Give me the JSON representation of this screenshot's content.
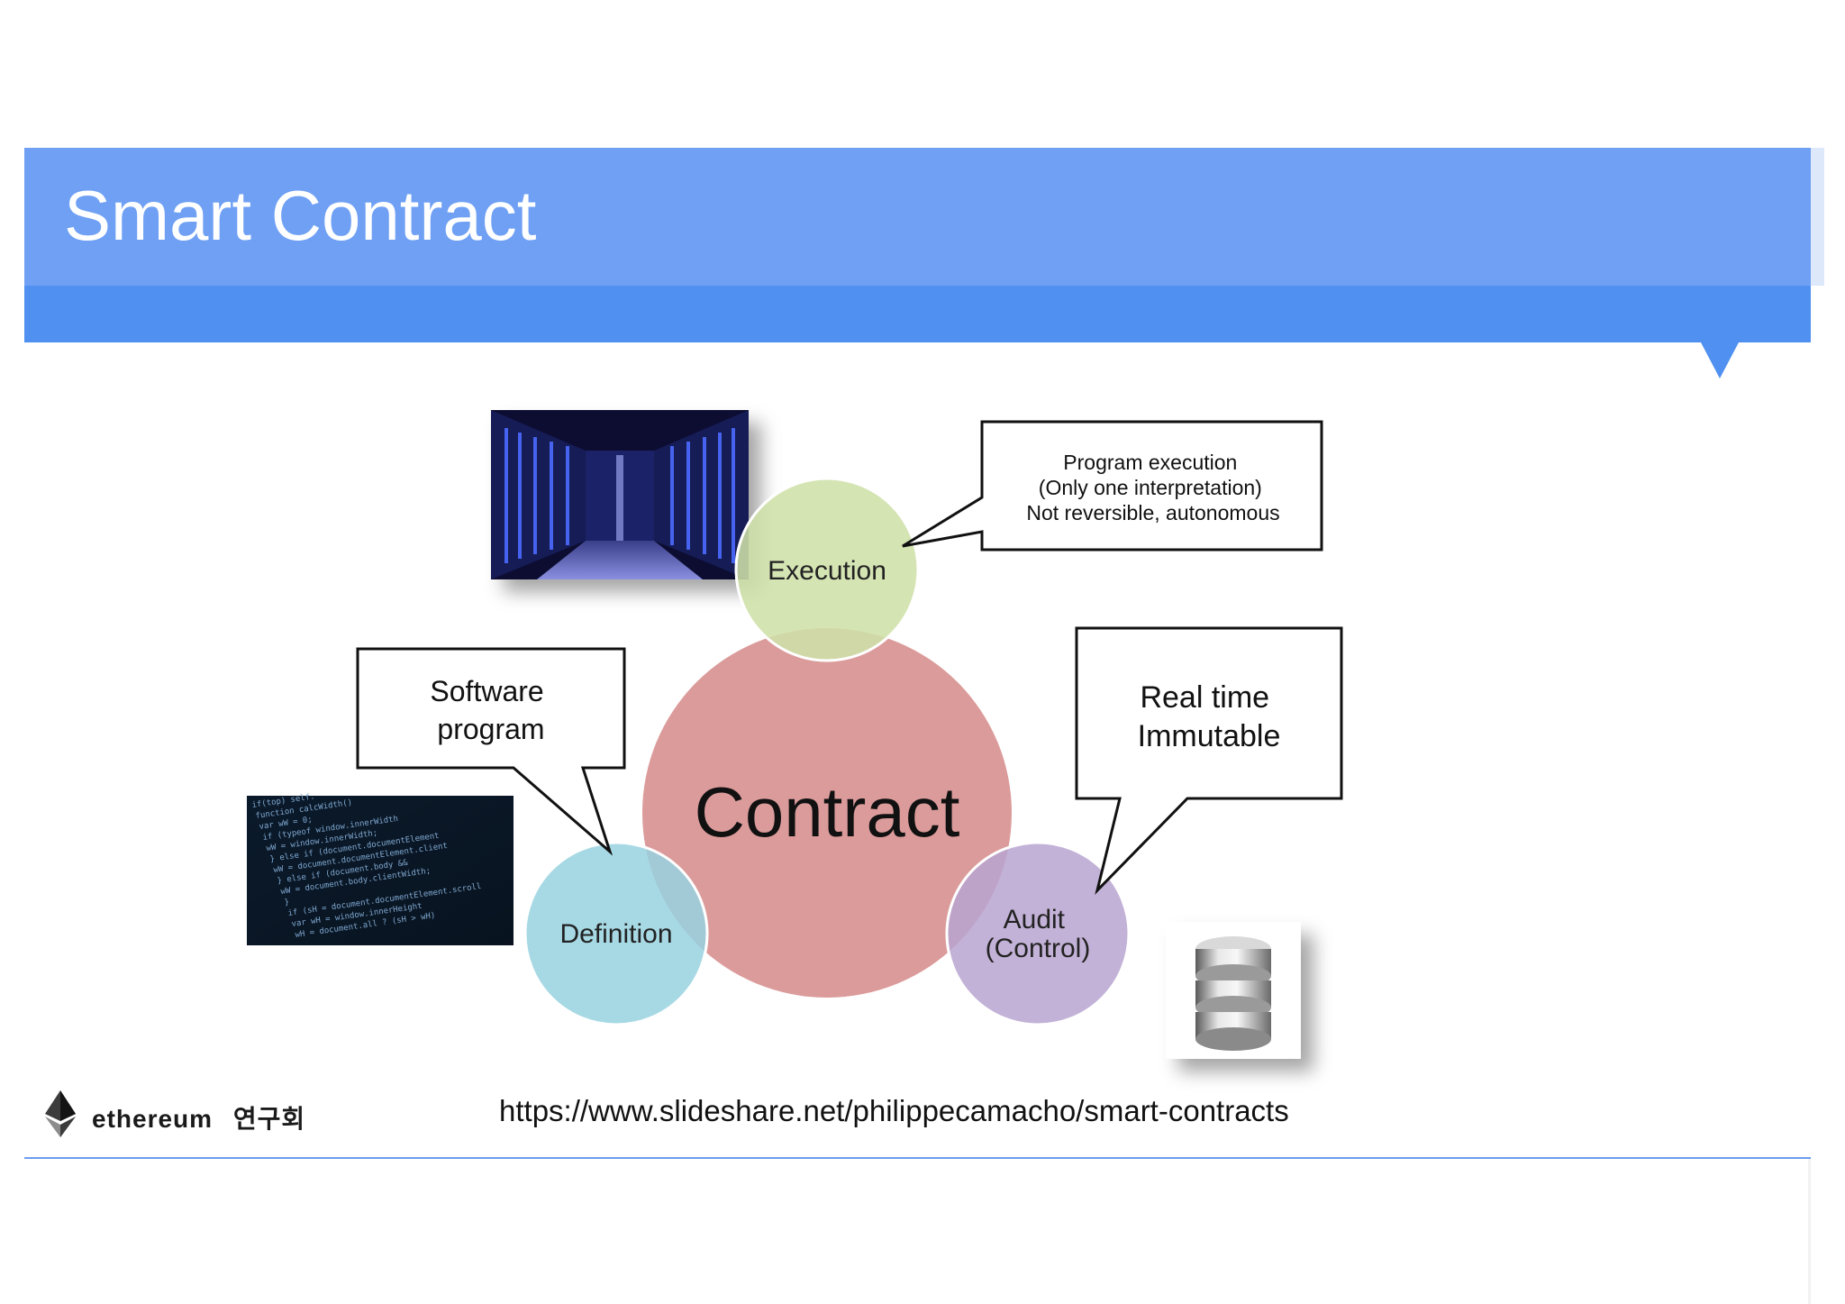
{
  "slide": {
    "title": "Smart Contract",
    "colors": {
      "header": "#6fa0f4",
      "header_strip": "#5090f0",
      "rule": "#6c9cf0"
    }
  },
  "diagram": {
    "center": {
      "label": "Contract",
      "color": "#dc9b9b"
    },
    "nodes": {
      "execution": {
        "label": "Execution",
        "color": "#cfe0a9"
      },
      "definition": {
        "label": "Definition",
        "color": "#98d2e0"
      },
      "audit": {
        "label_lines": [
          "Audit",
          "(Control)"
        ],
        "color": "#b9a5d0"
      }
    },
    "callouts": {
      "execution": {
        "lines": [
          "Program execution",
          "(Only one interpretation)",
          "Not reversible, autonomous"
        ]
      },
      "definition": {
        "lines": [
          "Software",
          "program"
        ]
      },
      "audit": {
        "lines": [
          "Real time",
          "Immutable"
        ]
      }
    },
    "images": {
      "datacenter": "server-corridor-image",
      "code": "source-code-image",
      "database": "database-icon"
    },
    "code_lines": [
      "if(top) self.",
      "function calcWidth()",
      "  var wW = 0;",
      "  if (typeof window.innerWidth",
      "    wW = window.innerWidth;",
      "  } else if (document.documentElement",
      "    wW = document.documentElement.client",
      "  } else if (document.body &&",
      "    wW = document.body.clientWidth;",
      "  }",
      "  if (sH = document.documentElement.scroll",
      "    var wH = window.innerHeight",
      "    wH = document.all ? (sH > wH)"
    ]
  },
  "footer": {
    "brand_name": "ethereum",
    "brand_suffix": "연구회",
    "logo_icon": "ethereum-diamond-icon",
    "source_url": "https://www.slideshare.net/philippecamacho/smart-contracts"
  }
}
